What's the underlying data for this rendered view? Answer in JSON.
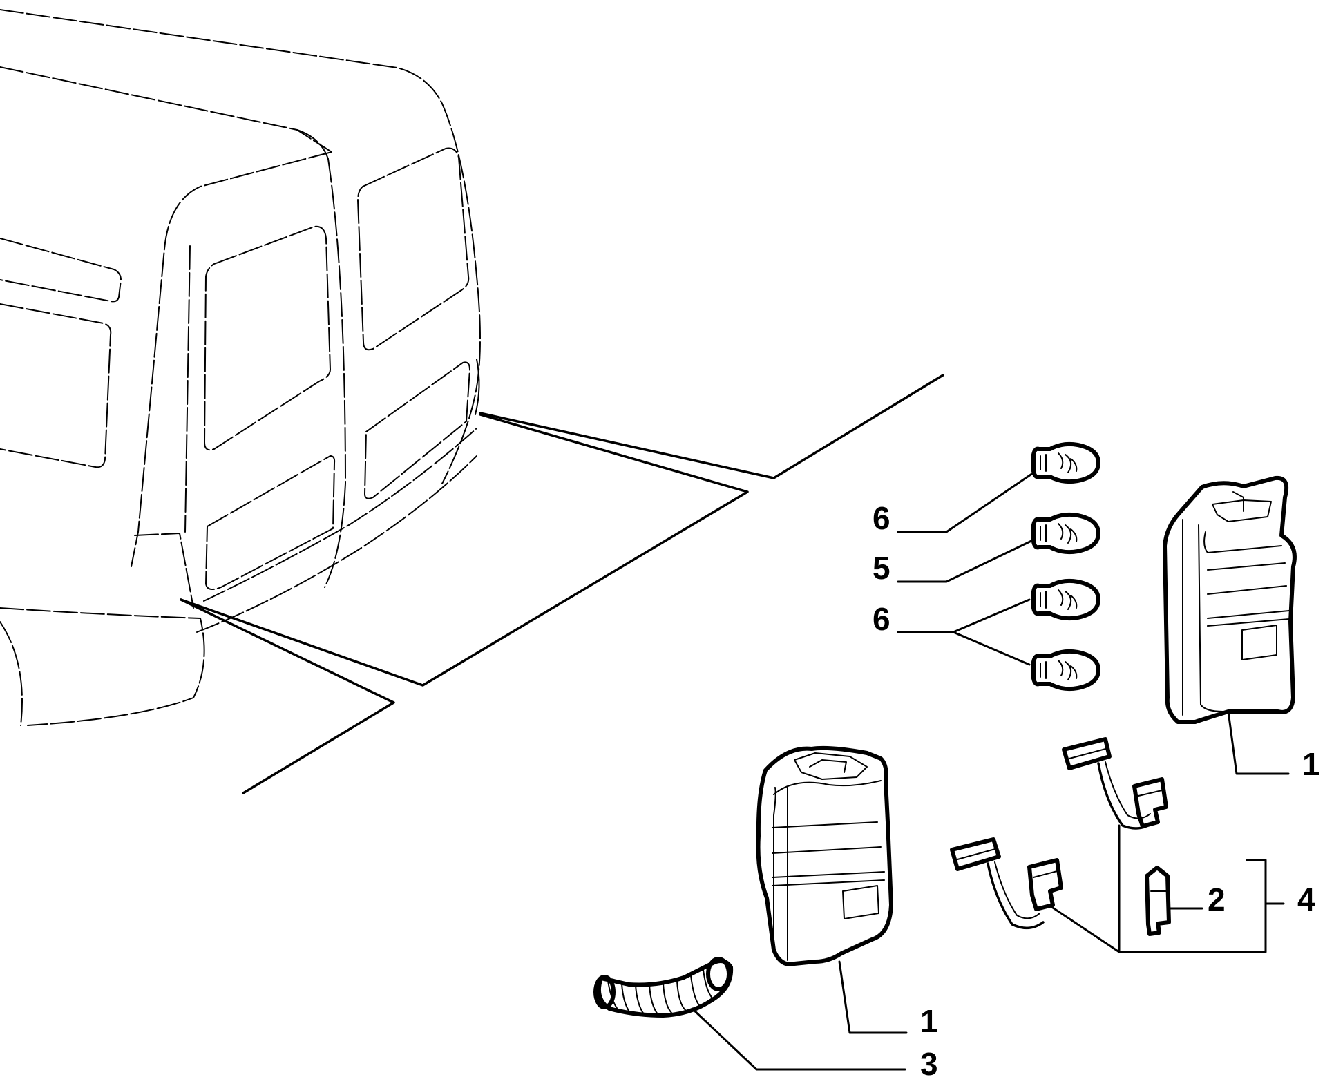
{
  "callouts": {
    "lamp_right": "1",
    "lamp_left": "1",
    "clip": "2",
    "grommet": "3",
    "bracket_group": "4",
    "bulb_5": "5",
    "bulb_6_top": "6",
    "bulb_6_pair": "6"
  },
  "icons": {
    "van": "van-rear-outline",
    "bulb": "bayonet-bulb",
    "lamp": "tail-lamp-unit",
    "harness": "wiring-connector",
    "grommet": "rubber-grommet",
    "clip": "bulb-holder-clip"
  }
}
